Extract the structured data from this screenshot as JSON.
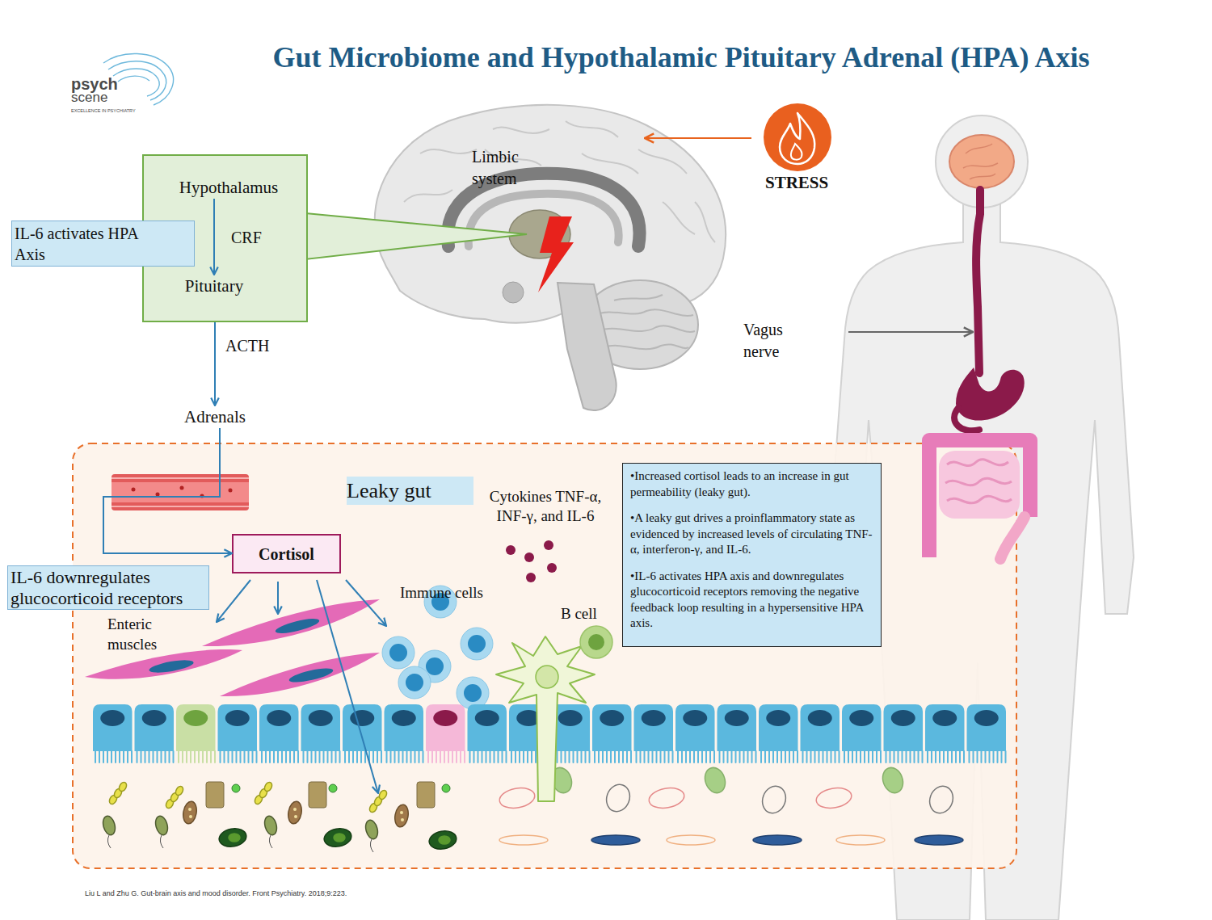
{
  "diagram": {
    "title": "Gut Microbiome and Hypothalamic Pituitary Adrenal (HPA) Axis",
    "caption": "Liu L and Zhu G. Gut-brain axis and mood disorder. Front Psychiatry. 2018;9:223.",
    "nodes": [
      {
        "text": []
      },
      {
        "text": [
          "Hypothalamus"
        ],
        "in": 0
      },
      {
        "text": [
          "Pituitary"
        ],
        "in": 0
      },
      {
        "text": [
          "IL-6 activates HPA Axis"
        ]
      },
      {
        "text": [
          "Adrenals"
        ]
      },
      {
        "text": [
          "Cortisol"
        ]
      },
      {
        "text": [
          "IL-6 downregulates glucocorticoid receptors"
        ]
      },
      {
        "text": [
          "Leaky gut"
        ]
      },
      {
        "text": [
          "•Increased cortisol leads to an increase in gut permeability (leaky gut).",
          "•A leaky gut drives a proinflammatory state as evidenced by increased levels of circulating TNF-α, interferon-γ, and IL-6.",
          "•IL-6 activates HPA axis and downregulates glucocorticoid receptors removing the negative feedback loop resulting in a hypersensitive HPA axis."
        ]
      }
    ],
    "edges": [
      {
        "from": 1,
        "to": 2,
        "label": "CRF",
        "arrow": "to"
      },
      {
        "from": 0,
        "to": 4,
        "label": "ACTH",
        "arrow": "to"
      },
      {
        "from": 4,
        "to": 5,
        "arrow": "to"
      }
    ],
    "labels": [
      "psych",
      "scene",
      "EXCELLENCE IN PSYCHIATRY",
      "Limbic system",
      "STRESS",
      "Vagus nerve",
      "Cytokines TNF-α, INF-γ, and IL-6",
      "Immune cells",
      "B cell",
      "Enteric muscles"
    ]
  }
}
